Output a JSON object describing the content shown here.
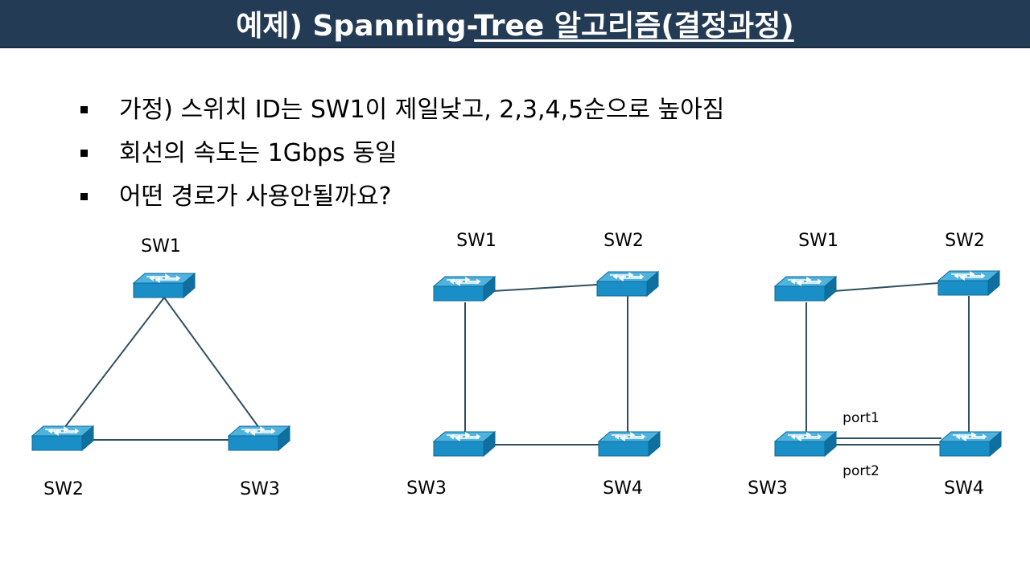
{
  "title": {
    "prefix": "예제) Spanning-",
    "underlined": "Tree 알고리즘(결정과정)"
  },
  "bullets": [
    "가정) 스위치 ID는 SW1이 제일낮고, 2,3,4,5순으로 높아짐",
    "회선의 속도는 1Gbps 동일",
    "어떤 경로가 사용안될까요?"
  ],
  "diagrams": {
    "triangle": {
      "sw1": "SW1",
      "sw2": "SW2",
      "sw3": "SW3"
    },
    "square": {
      "sw1": "SW1",
      "sw2": "SW2",
      "sw3": "SW3",
      "sw4": "SW4"
    },
    "square_dual": {
      "sw1": "SW1",
      "sw2": "SW2",
      "sw3": "SW3",
      "sw4": "SW4",
      "port1": "port1",
      "port2": "port2"
    }
  },
  "colors": {
    "title_bg": "#243b55",
    "switch_top": "#4fb3e0",
    "switch_front": "#1a8fc7",
    "switch_side": "#0f6f9e",
    "link": "#2f4f5f"
  }
}
